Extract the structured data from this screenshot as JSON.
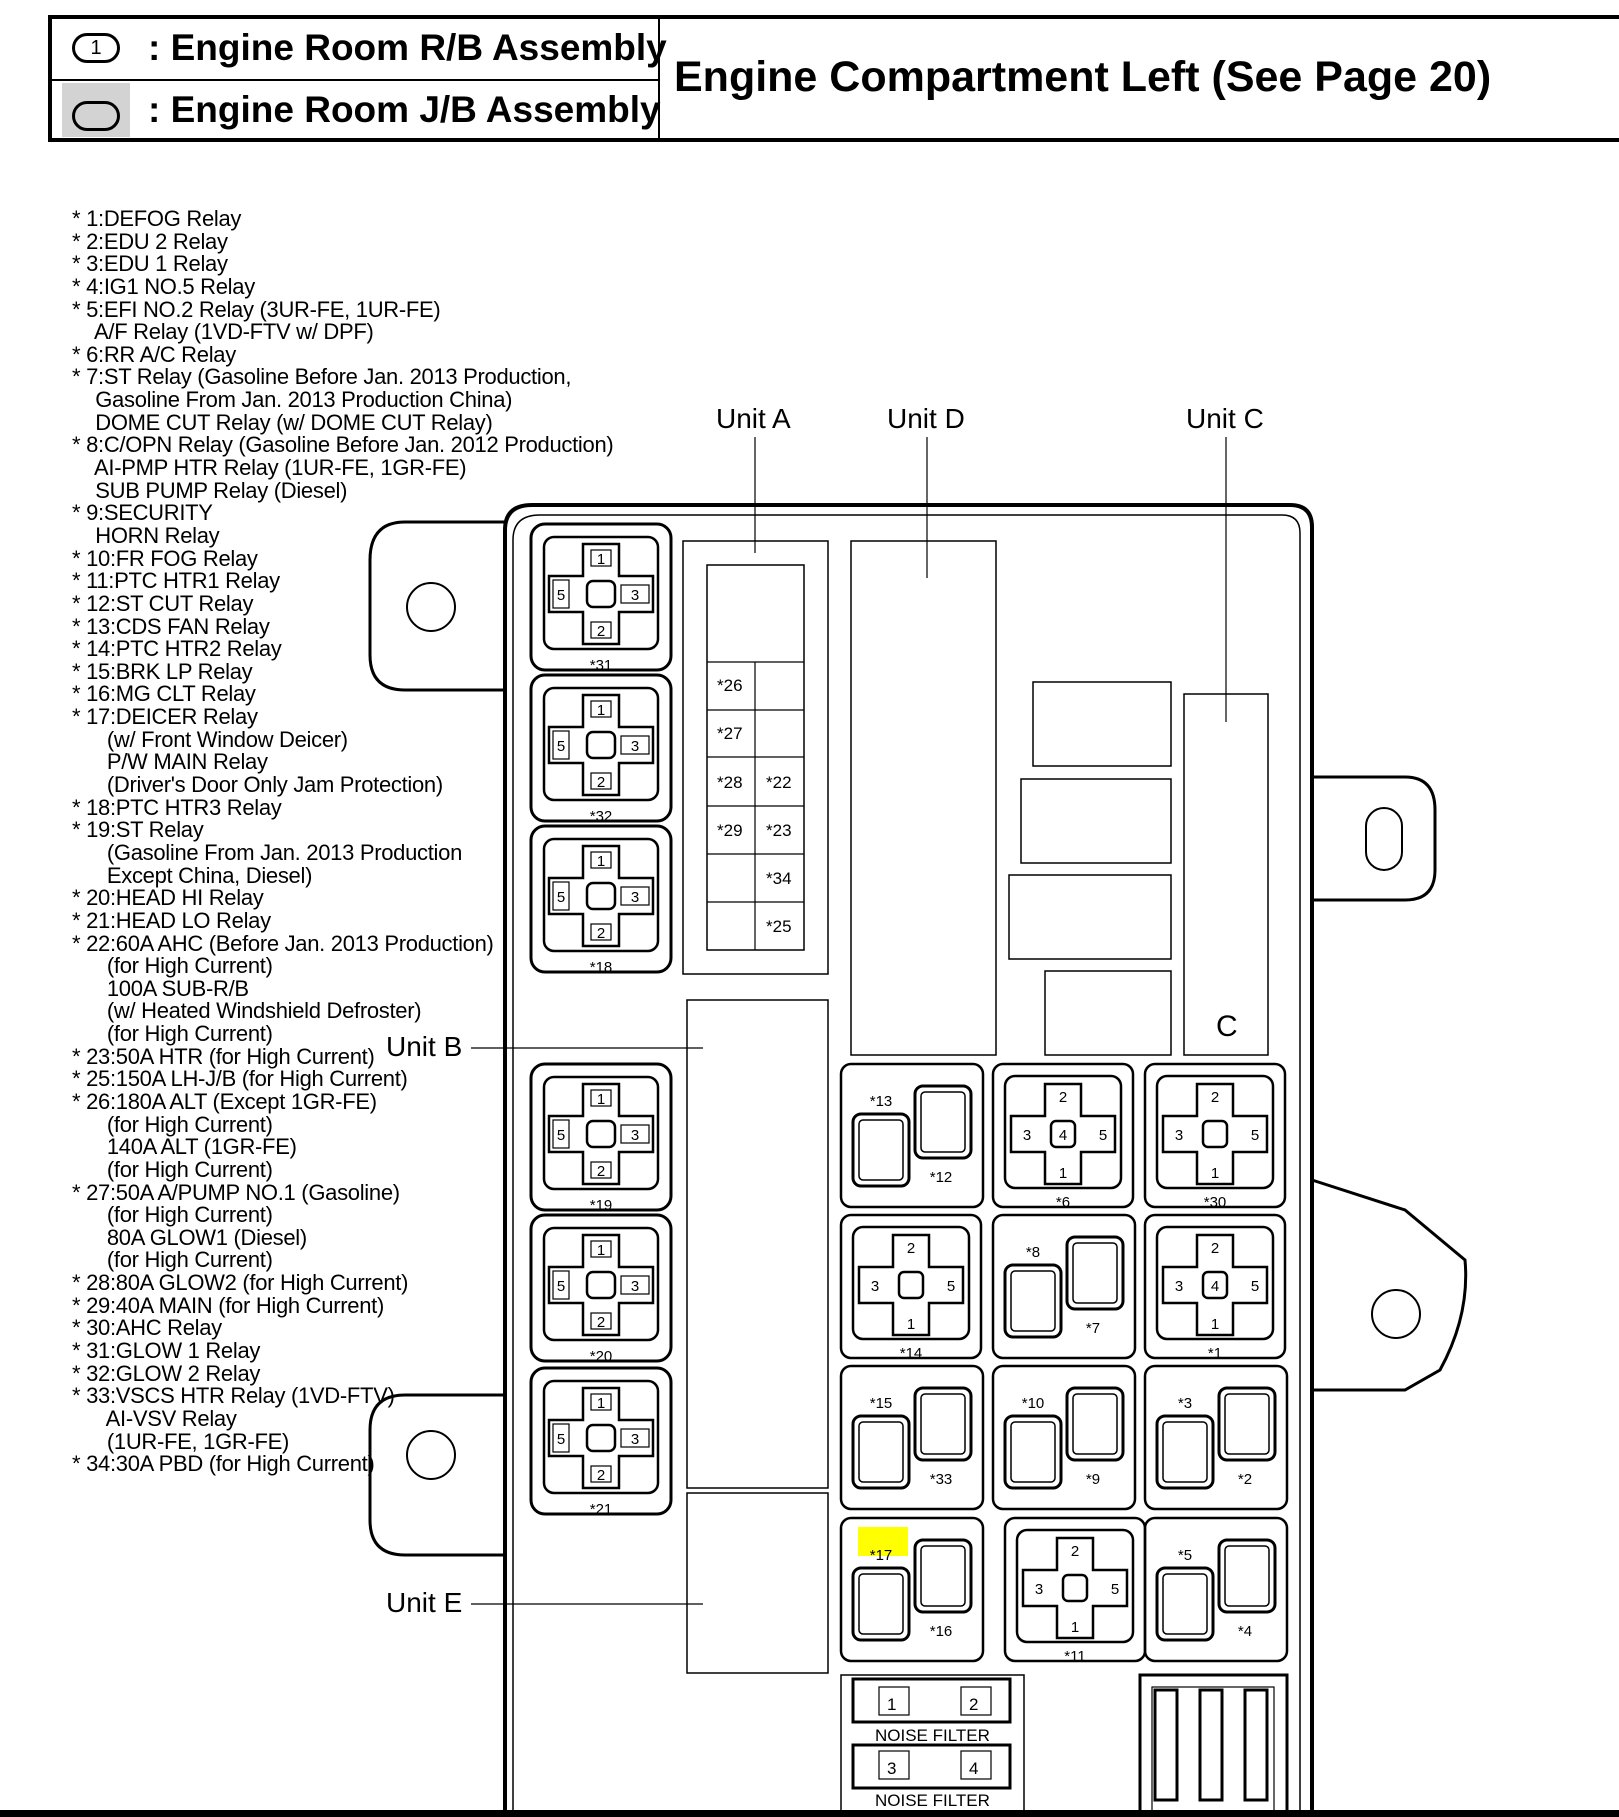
{
  "header": {
    "legend": [
      {
        "symbol": "1",
        "text": ": Engine Room R/B Assembly"
      },
      {
        "symbol": "",
        "text": ": Engine Room J/B Assembly"
      }
    ],
    "title": "Engine Compartment Left (See Page 20)"
  },
  "relay_list": [
    "* 1:DEFOG Relay",
    "* 2:EDU 2 Relay",
    "* 3:EDU 1 Relay",
    "* 4:IG1 NO.5 Relay",
    "* 5:EFI NO.2 Relay (3UR-FE, 1UR-FE)",
    "    A/F Relay (1VD-FTV w/ DPF)",
    "* 6:RR A/C Relay",
    "* 7:ST Relay (Gasoline Before Jan. 2013 Production,",
    "    Gasoline From Jan. 2013 Production China)",
    "    DOME CUT Relay (w/ DOME CUT Relay)",
    "* 8:C/OPN Relay (Gasoline Before Jan. 2012 Production)",
    "    AI-PMP HTR Relay (1UR-FE, 1GR-FE)",
    "    SUB PUMP Relay (Diesel)",
    "* 9:SECURITY",
    "    HORN Relay",
    "* 10:FR FOG Relay",
    "* 11:PTC HTR1 Relay",
    "* 12:ST CUT Relay",
    "* 13:CDS FAN Relay",
    "* 14:PTC HTR2 Relay",
    "* 15:BRK LP Relay",
    "* 16:MG CLT Relay",
    "* 17:DEICER Relay",
    "      (w/ Front Window Deicer)",
    "      P/W MAIN Relay",
    "      (Driver's Door Only Jam Protection)",
    "* 18:PTC HTR3 Relay",
    "* 19:ST Relay",
    "      (Gasoline From Jan. 2013 Production",
    "      Except China, Diesel)",
    "* 20:HEAD HI Relay",
    "* 21:HEAD LO Relay",
    "* 22:60A AHC (Before Jan. 2013 Production)",
    "      (for High Current)",
    "      100A SUB-R/B",
    "      (w/ Heated Windshield Defroster)",
    "      (for High Current)",
    "* 23:50A HTR (for High Current)",
    "* 25:150A LH-J/B (for High Current)",
    "* 26:180A ALT (Except 1GR-FE)",
    "      (for High Current)",
    "      140A ALT (1GR-FE)",
    "      (for High Current)",
    "* 27:50A A/PUMP NO.1 (Gasoline)",
    "      (for High Current)",
    "      80A GLOW1 (Diesel)",
    "      (for High Current)",
    "* 28:80A GLOW2 (for High Current)",
    "* 29:40A MAIN (for High Current)",
    "* 30:AHC Relay",
    "* 31:GLOW 1 Relay",
    "* 32:GLOW 2 Relay",
    "* 33:VSCS HTR Relay (1VD-FTV)",
    "      AI-VSV Relay",
    "      (1UR-FE, 1GR-FE)",
    "* 34:30A PBD (for High Current)"
  ],
  "unit_labels": {
    "a": "Unit A",
    "d": "Unit D",
    "c": "Unit C",
    "b": "Unit B",
    "e": "Unit E"
  },
  "fuse_labels": [
    "*26",
    "*27",
    "*28",
    "*22",
    "*29",
    "*23",
    "*34",
    "*25"
  ],
  "relay_labels": {
    "r31": "*31",
    "r32": "*32",
    "r18": "*18",
    "r19": "*19",
    "r20": "*20",
    "r21": "*21",
    "r6": "*6",
    "r30": "*30",
    "r14": "*14",
    "r1": "*1",
    "r11": "*11",
    "r13": "*13",
    "r12": "*12",
    "r8": "*8",
    "r7": "*7",
    "r15": "*15",
    "r33": "*33",
    "r10": "*10",
    "r9": "*9",
    "r3": "*3",
    "r2": "*2",
    "r17": "*17",
    "r16": "*16",
    "r5": "*5",
    "r4": "*4"
  },
  "pin_labels": {
    "p1": "1",
    "p2": "2",
    "p3": "3",
    "p4": "4",
    "p5": "5",
    "c": "C"
  },
  "noise_filter": {
    "label": "NOISE FILTER",
    "pins": [
      "1",
      "2",
      "3",
      "4"
    ]
  },
  "highlight_colors": {
    "selection": "#cfe2f3",
    "marker": "#ffff00"
  }
}
